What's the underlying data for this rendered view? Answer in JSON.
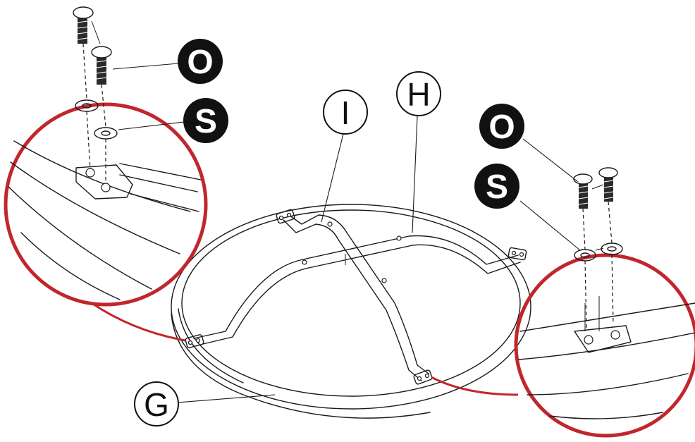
{
  "labels": {
    "o_left": "O",
    "s_left": "S",
    "o_right": "O",
    "s_right": "S",
    "i": "I",
    "h": "H",
    "g": "G"
  },
  "colors": {
    "zoom_ring": "#c0272d",
    "label_dark_fill": "#111111",
    "line": "#1a1a1a"
  }
}
